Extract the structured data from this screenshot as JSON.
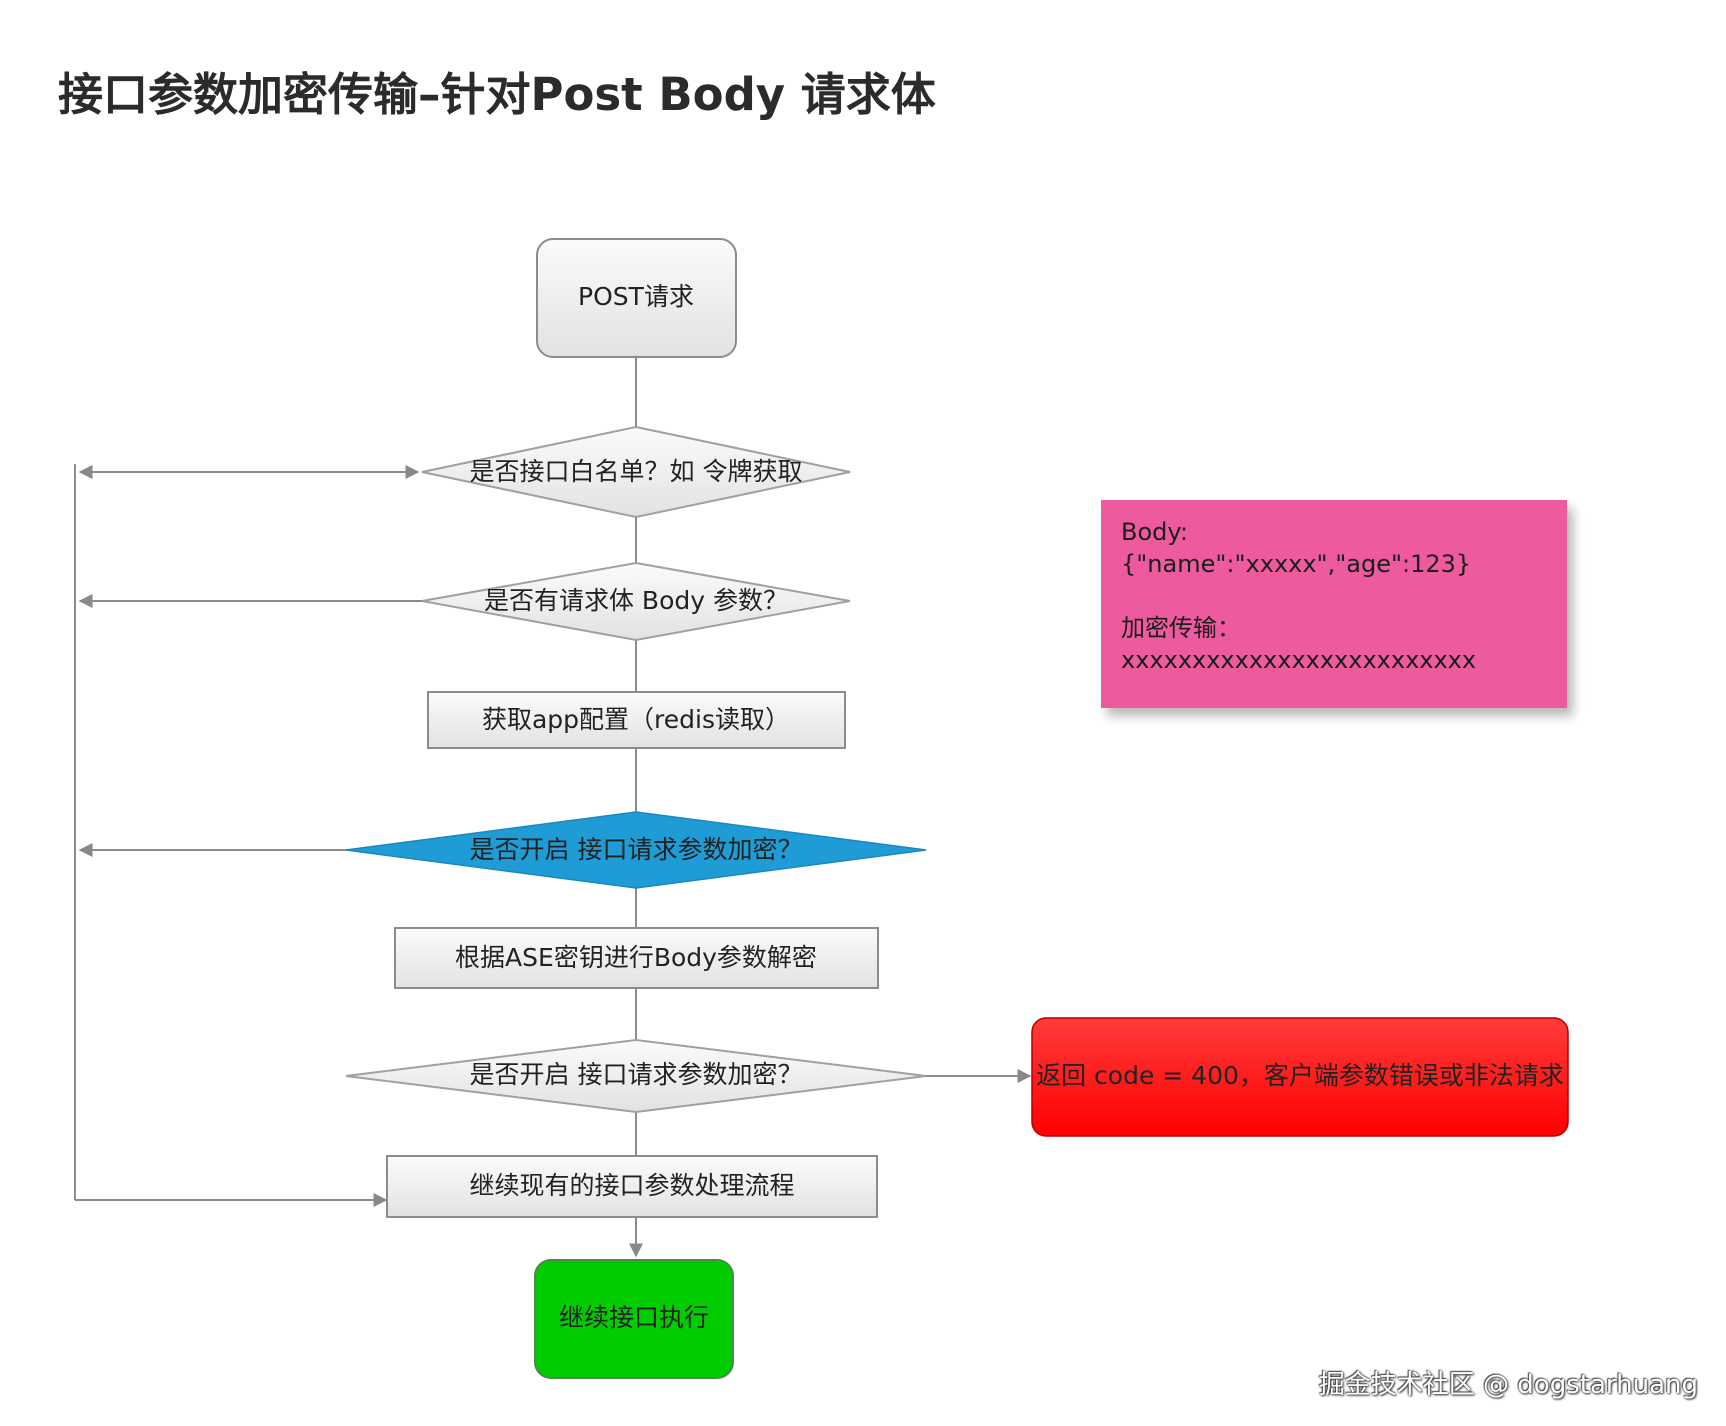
{
  "title": "接口参数加密传输–针对Post Body 请求体",
  "nodes": {
    "start": "POST请求",
    "decision_whitelist": "是否接口白名单？如 令牌获取",
    "decision_body": "是否有请求体 Body 参数？",
    "get_config": "获取app配置（redis读取）",
    "decision_encrypt_enabled": "是否开启 接口请求参数加密？",
    "decrypt": "根据ASE密钥进行Body参数解密",
    "decision_encrypt_check": "是否开启 接口请求参数加密？",
    "error_return": "返回 code = 400，客户端参数错误或非法请求",
    "continue_process": "继续现有的接口参数处理流程",
    "end": "继续接口执行"
  },
  "note": {
    "body_label": "Body:",
    "body_value": "{\"name\":\"xxxxx\",\"age\":123}",
    "encrypted_label": "加密传输：",
    "encrypted_value": "xxxxxxxxxxxxxxxxxxxxxxxxx"
  },
  "watermark": "掘金技术社区 @ dogstarhuang",
  "colors": {
    "start_fill": "#ededed",
    "highlight_decision": "#1f9bd6",
    "error_fill": "#ff1a1a",
    "end_fill": "#00cc00",
    "note_fill": "#ee5a9e",
    "line": "#888888"
  }
}
